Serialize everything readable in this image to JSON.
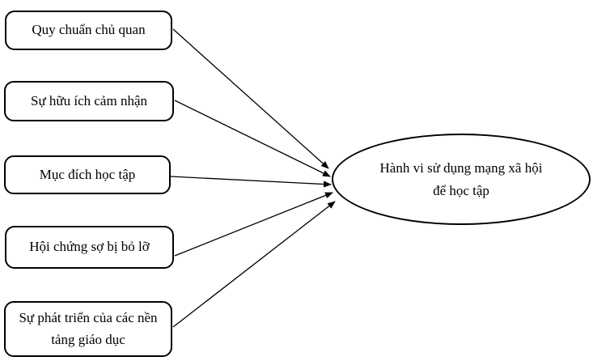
{
  "diagram": {
    "title": "Research model: factors influencing social-network use for learning",
    "factors": [
      {
        "id": "quy-chuan-chu-quan",
        "label": "Quy chuẩn chủ quan"
      },
      {
        "id": "su-huu-ich-cam-nhan",
        "label": "Sự hữu ích cảm nhận"
      },
      {
        "id": "muc-dich-hoc-tap",
        "label": "Mục đích học tập"
      },
      {
        "id": "hoi-chung-so-bi-bo-lo",
        "label": "Hội chứng sợ bị bỏ lỡ"
      },
      {
        "id": "su-phat-trien-nen-tang",
        "label": "Sự phát triển của các nền tảng giáo dục"
      }
    ],
    "outcome": {
      "id": "hanh-vi-su-dung",
      "label": "Hành vi sử dụng mạng xã hội để học tập"
    },
    "edges": [
      {
        "from": "quy-chuan-chu-quan",
        "to": "hanh-vi-su-dung"
      },
      {
        "from": "su-huu-ich-cam-nhan",
        "to": "hanh-vi-su-dung"
      },
      {
        "from": "muc-dich-hoc-tap",
        "to": "hanh-vi-su-dung"
      },
      {
        "from": "hoi-chung-so-bi-bo-lo",
        "to": "hanh-vi-su-dung"
      },
      {
        "from": "su-phat-trien-nen-tang",
        "to": "hanh-vi-su-dung"
      }
    ],
    "colors": {
      "background": "#ffffff",
      "stroke": "#000000",
      "text": "#000000"
    }
  }
}
